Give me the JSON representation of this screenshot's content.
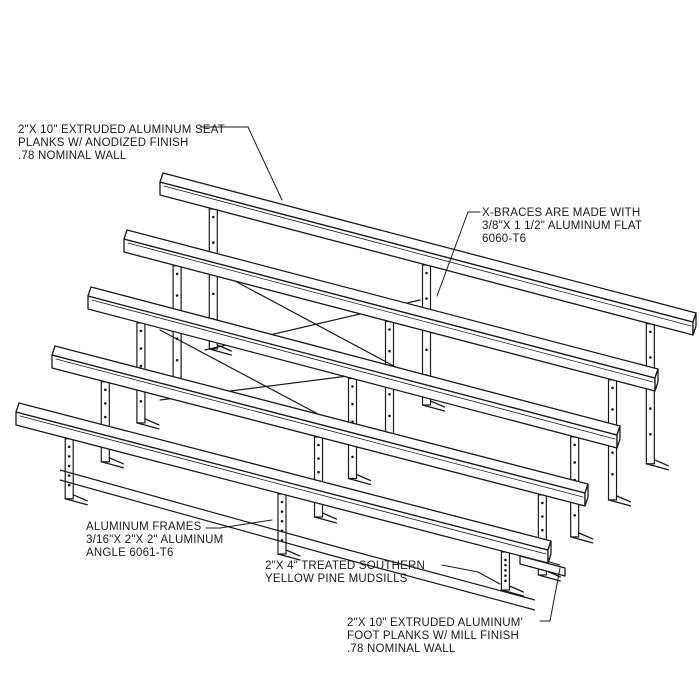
{
  "callouts": {
    "seat_planks": {
      "lines": [
        "2\"X 10\" EXTRUDED ALUMINUM SEAT",
        "PLANKS W/ ANODIZED FINISH",
        ".78 NOMINAL WALL"
      ]
    },
    "x_braces": {
      "lines": [
        "X-BRACES ARE MADE WITH",
        "3/8\"X 1 1/2\" ALUMINUM FLAT",
        "6060-T6"
      ]
    },
    "frames": {
      "lines": [
        "ALUMINUM FRAMES",
        "3/16\"X 2\"X 2\" ALUMINUM",
        "ANGLE 6061-T6"
      ]
    },
    "mudsills": {
      "lines": [
        "2\"X 4\" TREATED SOUTHERN",
        "YELLOW PINE MUDSILLS"
      ]
    },
    "foot_planks": {
      "lines": [
        "2\"X 10\" EXTRUDED ALUMINUM'",
        "FOOT PLANKS W/ MILL FINISH",
        ".78 NOMINAL WALL"
      ]
    }
  },
  "colors": {
    "stroke": "#1a1a1a",
    "fill": "#ffffff"
  }
}
